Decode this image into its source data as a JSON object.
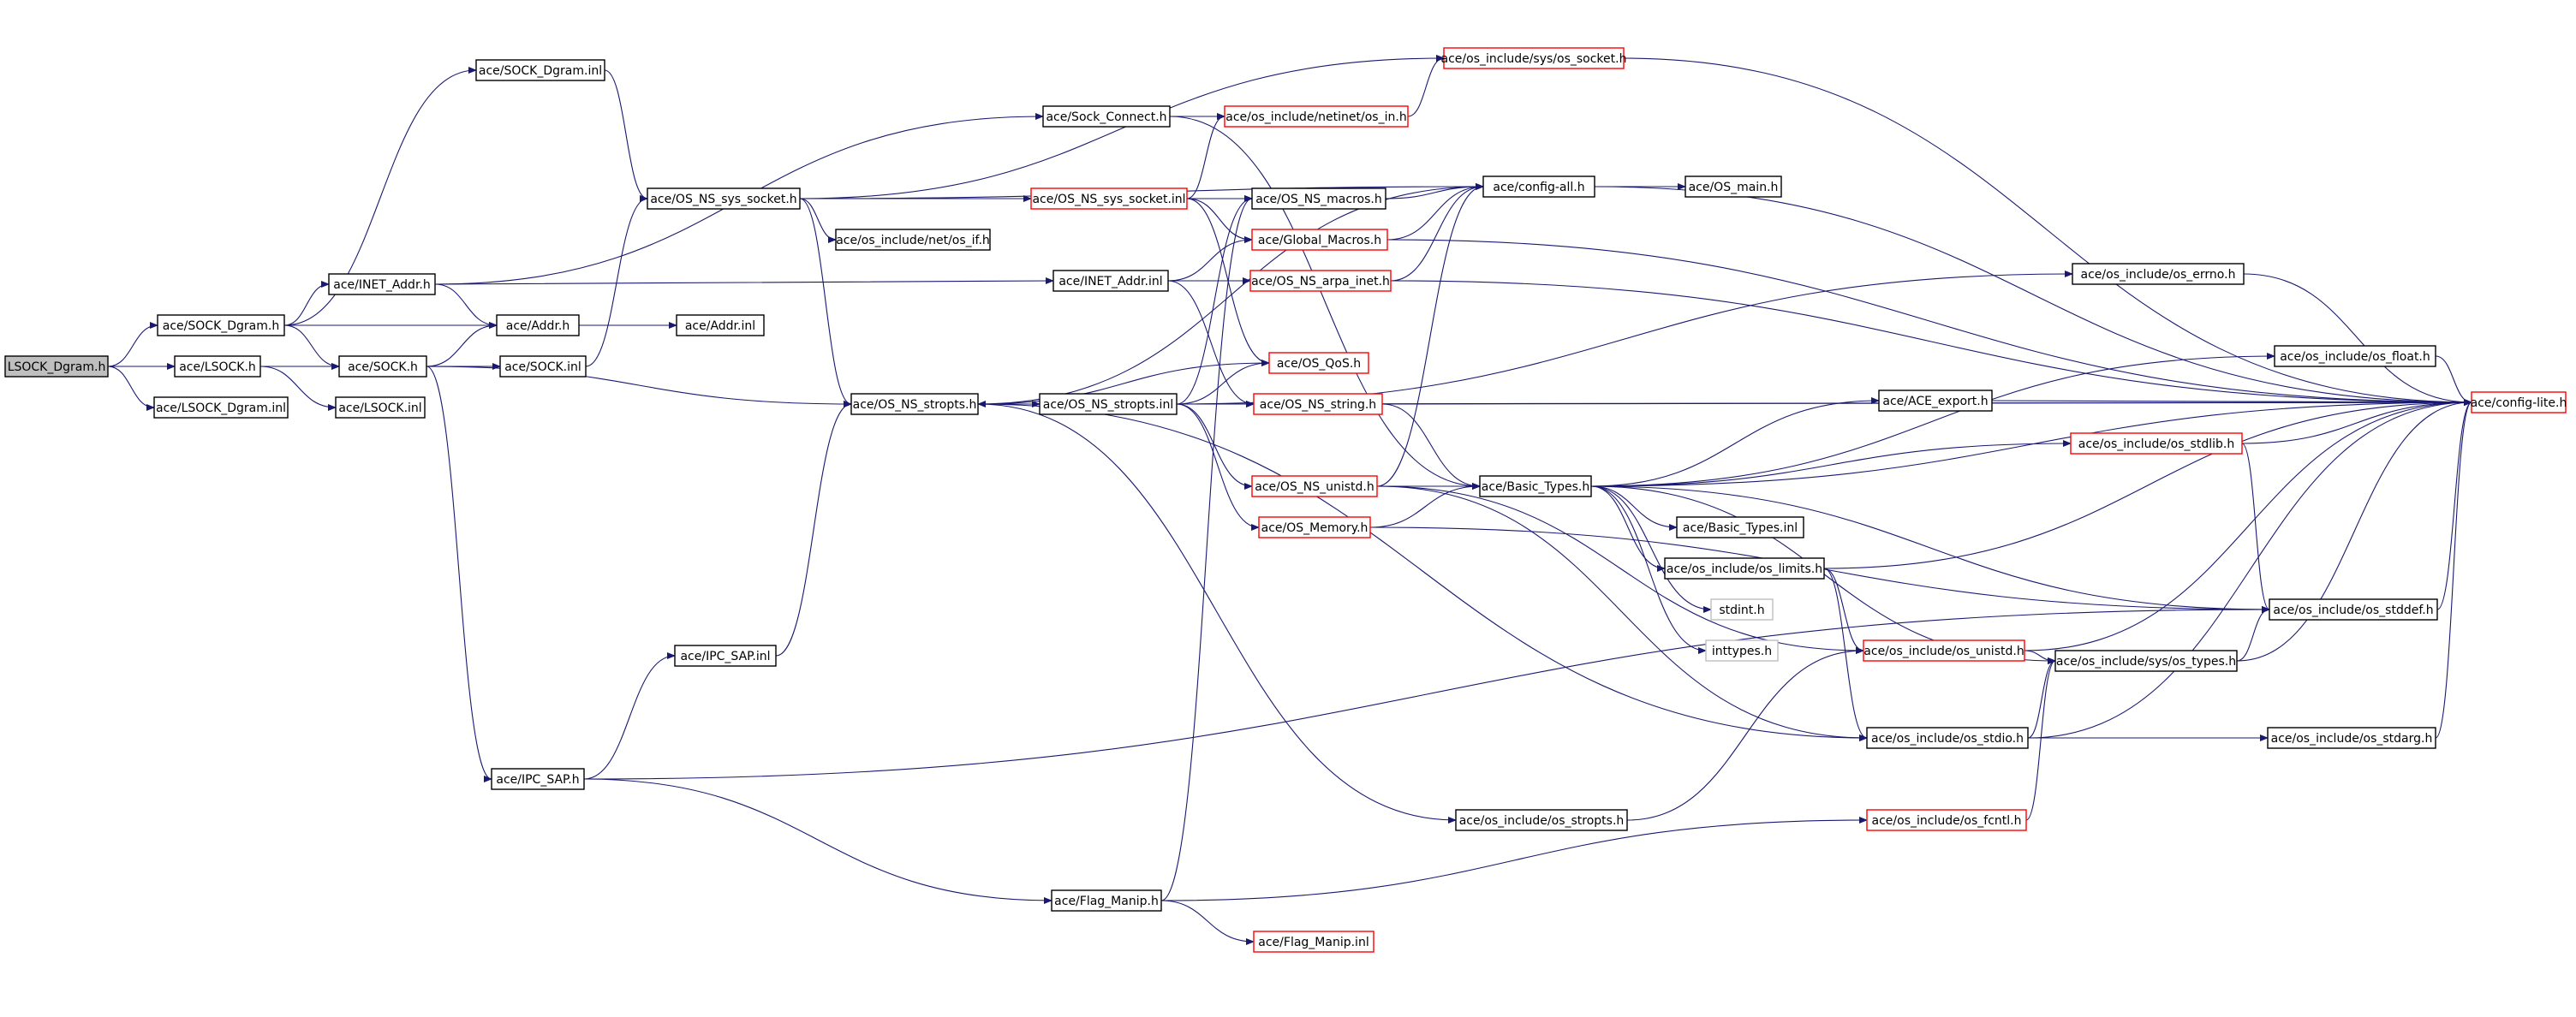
{
  "colors": {
    "edge": "#191970",
    "border_normal": "#000000",
    "border_truncated": "#ff0000",
    "border_system": "#bfbfbf",
    "root_fill": "#bfbfbf",
    "fill": "#ffffff",
    "text": "#000000"
  },
  "nodes": [
    {
      "id": "lsock_dgram_h",
      "label": "LSOCK_Dgram.h",
      "kind": "root"
    },
    {
      "id": "sock_dgram_h",
      "label": "ace/SOCK_Dgram.h",
      "kind": "normal"
    },
    {
      "id": "lsock_h",
      "label": "ace/LSOCK.h",
      "kind": "normal"
    },
    {
      "id": "lsock_dgram_inl",
      "label": "ace/LSOCK_Dgram.inl",
      "kind": "normal"
    },
    {
      "id": "sock_dgram_inl",
      "label": "ace/SOCK_Dgram.inl",
      "kind": "normal"
    },
    {
      "id": "inet_addr_h",
      "label": "ace/INET_Addr.h",
      "kind": "normal"
    },
    {
      "id": "sock_h",
      "label": "ace/SOCK.h",
      "kind": "normal"
    },
    {
      "id": "lsock_inl",
      "label": "ace/LSOCK.inl",
      "kind": "normal"
    },
    {
      "id": "addr_h",
      "label": "ace/Addr.h",
      "kind": "normal"
    },
    {
      "id": "addr_inl",
      "label": "ace/Addr.inl",
      "kind": "normal"
    },
    {
      "id": "sock_inl",
      "label": "ace/SOCK.inl",
      "kind": "normal"
    },
    {
      "id": "os_ns_sys_socket_h",
      "label": "ace/OS_NS_sys_socket.h",
      "kind": "normal"
    },
    {
      "id": "os_if_h",
      "label": "ace/os_include/net/os_if.h",
      "kind": "normal"
    },
    {
      "id": "sock_connect_h",
      "label": "ace/Sock_Connect.h",
      "kind": "normal"
    },
    {
      "id": "os_sys_socket_h",
      "label": "ace/os_include/sys/os_socket.h",
      "kind": "truncated"
    },
    {
      "id": "os_in_h",
      "label": "ace/os_include/netinet/os_in.h",
      "kind": "truncated"
    },
    {
      "id": "os_ns_sys_socket_inl",
      "label": "ace/OS_NS_sys_socket.inl",
      "kind": "truncated"
    },
    {
      "id": "os_ns_macros_h",
      "label": "ace/OS_NS_macros.h",
      "kind": "normal"
    },
    {
      "id": "global_macros_h",
      "label": "ace/Global_Macros.h",
      "kind": "truncated"
    },
    {
      "id": "config_all_h",
      "label": "ace/config-all.h",
      "kind": "normal"
    },
    {
      "id": "os_main_h",
      "label": "ace/OS_main.h",
      "kind": "normal"
    },
    {
      "id": "inet_addr_inl",
      "label": "ace/INET_Addr.inl",
      "kind": "normal"
    },
    {
      "id": "os_ns_arpa_inet_h",
      "label": "ace/OS_NS_arpa_inet.h",
      "kind": "truncated"
    },
    {
      "id": "os_errno_h",
      "label": "ace/os_include/os_errno.h",
      "kind": "normal"
    },
    {
      "id": "os_float_h",
      "label": "ace/os_include/os_float.h",
      "kind": "normal"
    },
    {
      "id": "config_lite_h",
      "label": "ace/config-lite.h",
      "kind": "truncated"
    },
    {
      "id": "os_ns_qos_h",
      "label": "ace/OS_QoS.h",
      "kind": "truncated"
    },
    {
      "id": "os_ns_stropts_h",
      "label": "ace/OS_NS_stropts.h",
      "kind": "normal"
    },
    {
      "id": "os_ns_stropts_inl",
      "label": "ace/OS_NS_stropts.inl",
      "kind": "normal"
    },
    {
      "id": "os_ns_string_h",
      "label": "ace/OS_NS_string.h",
      "kind": "truncated"
    },
    {
      "id": "ace_export_h",
      "label": "ace/ACE_export.h",
      "kind": "normal"
    },
    {
      "id": "os_stdlib_h",
      "label": "ace/os_include/os_stdlib.h",
      "kind": "truncated"
    },
    {
      "id": "os_ns_unistd_h",
      "label": "ace/OS_NS_unistd.h",
      "kind": "truncated"
    },
    {
      "id": "basic_types_h",
      "label": "ace/Basic_Types.h",
      "kind": "normal"
    },
    {
      "id": "os_memory_h",
      "label": "ace/OS_Memory.h",
      "kind": "truncated"
    },
    {
      "id": "basic_types_inl",
      "label": "ace/Basic_Types.inl",
      "kind": "normal"
    },
    {
      "id": "os_limits_h",
      "label": "ace/os_include/os_limits.h",
      "kind": "normal"
    },
    {
      "id": "stdint_h",
      "label": "stdint.h",
      "kind": "system"
    },
    {
      "id": "os_stddef_h",
      "label": "ace/os_include/os_stddef.h",
      "kind": "normal"
    },
    {
      "id": "inttypes_h",
      "label": "inttypes.h",
      "kind": "system"
    },
    {
      "id": "os_unistd_h",
      "label": "ace/os_include/os_unistd.h",
      "kind": "truncated"
    },
    {
      "id": "os_types_h",
      "label": "ace/os_include/sys/os_types.h",
      "kind": "normal"
    },
    {
      "id": "ipc_sap_inl",
      "label": "ace/IPC_SAP.inl",
      "kind": "normal"
    },
    {
      "id": "os_stdio_h",
      "label": "ace/os_include/os_stdio.h",
      "kind": "normal"
    },
    {
      "id": "os_stdarg_h",
      "label": "ace/os_include/os_stdarg.h",
      "kind": "normal"
    },
    {
      "id": "ipc_sap_h",
      "label": "ace/IPC_SAP.h",
      "kind": "normal"
    },
    {
      "id": "os_stropts_h",
      "label": "ace/os_include/os_stropts.h",
      "kind": "normal"
    },
    {
      "id": "os_fcntl_h",
      "label": "ace/os_include/os_fcntl.h",
      "kind": "truncated"
    },
    {
      "id": "flag_manip_h",
      "label": "ace/Flag_Manip.h",
      "kind": "normal"
    },
    {
      "id": "flag_manip_inl",
      "label": "ace/Flag_Manip.inl",
      "kind": "truncated"
    }
  ],
  "edges": [
    [
      "lsock_dgram_h",
      "sock_dgram_h"
    ],
    [
      "lsock_dgram_h",
      "lsock_h"
    ],
    [
      "lsock_dgram_h",
      "lsock_dgram_inl"
    ],
    [
      "sock_dgram_h",
      "sock_dgram_inl"
    ],
    [
      "sock_dgram_h",
      "inet_addr_h"
    ],
    [
      "sock_dgram_h",
      "addr_h"
    ],
    [
      "sock_dgram_h",
      "sock_h"
    ],
    [
      "lsock_h",
      "sock_h"
    ],
    [
      "lsock_h",
      "lsock_inl"
    ],
    [
      "inet_addr_h",
      "sock_connect_h"
    ],
    [
      "inet_addr_h",
      "addr_h"
    ],
    [
      "inet_addr_h",
      "inet_addr_inl"
    ],
    [
      "sock_dgram_inl",
      "os_ns_sys_socket_h"
    ],
    [
      "sock_h",
      "addr_h"
    ],
    [
      "sock_h",
      "sock_inl"
    ],
    [
      "sock_h",
      "ipc_sap_h"
    ],
    [
      "sock_h",
      "os_ns_stropts_h"
    ],
    [
      "addr_h",
      "addr_inl"
    ],
    [
      "sock_inl",
      "os_ns_sys_socket_h"
    ],
    [
      "os_ns_sys_socket_h",
      "os_sys_socket_h"
    ],
    [
      "os_ns_sys_socket_h",
      "os_ns_sys_socket_inl"
    ],
    [
      "os_ns_sys_socket_h",
      "os_if_h"
    ],
    [
      "os_ns_sys_socket_h",
      "config_all_h"
    ],
    [
      "os_ns_sys_socket_h",
      "os_ns_stropts_h"
    ],
    [
      "sock_connect_h",
      "os_in_h"
    ],
    [
      "sock_connect_h",
      "basic_types_h"
    ],
    [
      "os_in_h",
      "os_sys_socket_h"
    ],
    [
      "os_sys_socket_h",
      "config_lite_h"
    ],
    [
      "os_ns_sys_socket_inl",
      "os_ns_macros_h"
    ],
    [
      "os_ns_sys_socket_inl",
      "os_ns_qos_h"
    ],
    [
      "os_ns_sys_socket_inl",
      "os_in_h"
    ],
    [
      "os_ns_sys_socket_inl",
      "global_macros_h"
    ],
    [
      "os_ns_macros_h",
      "config_all_h"
    ],
    [
      "global_macros_h",
      "config_all_h"
    ],
    [
      "global_macros_h",
      "config_lite_h"
    ],
    [
      "config_all_h",
      "os_main_h"
    ],
    [
      "config_all_h",
      "config_lite_h"
    ],
    [
      "inet_addr_inl",
      "os_ns_arpa_inet_h"
    ],
    [
      "inet_addr_inl",
      "global_macros_h"
    ],
    [
      "inet_addr_inl",
      "os_ns_string_h"
    ],
    [
      "os_ns_arpa_inet_h",
      "config_all_h"
    ],
    [
      "os_ns_arpa_inet_h",
      "config_lite_h"
    ],
    [
      "os_errno_h",
      "config_lite_h"
    ],
    [
      "os_float_h",
      "config_lite_h"
    ],
    [
      "os_ns_qos_h",
      "os_ns_stropts_h"
    ],
    [
      "os_ns_stropts_h",
      "os_ns_stropts_inl"
    ],
    [
      "os_ns_stropts_h",
      "config_all_h"
    ],
    [
      "os_ns_stropts_h",
      "os_stdio_h"
    ],
    [
      "os_ns_stropts_h",
      "os_stropts_h"
    ],
    [
      "os_ns_stropts_inl",
      "os_ns_macros_h"
    ],
    [
      "os_ns_stropts_inl",
      "os_ns_qos_h"
    ],
    [
      "os_ns_stropts_inl",
      "os_ns_string_h"
    ],
    [
      "os_ns_stropts_inl",
      "os_ns_unistd_h"
    ],
    [
      "os_ns_stropts_inl",
      "os_memory_h"
    ],
    [
      "os_ns_stropts_inl",
      "os_errno_h"
    ],
    [
      "os_ns_stropts_inl",
      "config_lite_h"
    ],
    [
      "os_ns_string_h",
      "basic_types_h"
    ],
    [
      "os_ns_string_h",
      "config_lite_h"
    ],
    [
      "ace_export_h",
      "config_lite_h"
    ],
    [
      "os_stdlib_h",
      "config_lite_h"
    ],
    [
      "os_stdlib_h",
      "os_stddef_h"
    ],
    [
      "os_ns_unistd_h",
      "basic_types_h"
    ],
    [
      "os_ns_unistd_h",
      "config_all_h"
    ],
    [
      "os_ns_unistd_h",
      "os_stdio_h"
    ],
    [
      "os_ns_unistd_h",
      "os_unistd_h"
    ],
    [
      "os_memory_h",
      "basic_types_h"
    ],
    [
      "os_memory_h",
      "os_stddef_h"
    ],
    [
      "basic_types_h",
      "ace_export_h"
    ],
    [
      "basic_types_h",
      "os_stdlib_h"
    ],
    [
      "basic_types_h",
      "os_float_h"
    ],
    [
      "basic_types_h",
      "basic_types_inl"
    ],
    [
      "basic_types_h",
      "os_limits_h"
    ],
    [
      "basic_types_h",
      "stdint_h"
    ],
    [
      "basic_types_h",
      "inttypes_h"
    ],
    [
      "basic_types_h",
      "os_stddef_h"
    ],
    [
      "basic_types_h",
      "os_types_h"
    ],
    [
      "basic_types_h",
      "config_lite_h"
    ],
    [
      "os_limits_h",
      "os_unistd_h"
    ],
    [
      "os_limits_h",
      "os_stdio_h"
    ],
    [
      "os_limits_h",
      "config_lite_h"
    ],
    [
      "os_unistd_h",
      "os_types_h"
    ],
    [
      "os_unistd_h",
      "config_lite_h"
    ],
    [
      "os_stddef_h",
      "config_lite_h"
    ],
    [
      "os_types_h",
      "os_stddef_h"
    ],
    [
      "os_types_h",
      "config_lite_h"
    ],
    [
      "os_stdio_h",
      "os_stdarg_h"
    ],
    [
      "os_stdio_h",
      "os_types_h"
    ],
    [
      "os_stdio_h",
      "config_lite_h"
    ],
    [
      "os_stdarg_h",
      "config_lite_h"
    ],
    [
      "ipc_sap_inl",
      "os_ns_stropts_h"
    ],
    [
      "ipc_sap_h",
      "ipc_sap_inl"
    ],
    [
      "ipc_sap_h",
      "flag_manip_h"
    ],
    [
      "ipc_sap_h",
      "os_stddef_h"
    ],
    [
      "os_fcntl_h",
      "os_types_h"
    ],
    [
      "flag_manip_h",
      "os_ns_macros_h"
    ],
    [
      "flag_manip_h",
      "flag_manip_inl"
    ],
    [
      "flag_manip_h",
      "os_fcntl_h"
    ],
    [
      "os_stropts_h",
      "os_unistd_h"
    ]
  ]
}
